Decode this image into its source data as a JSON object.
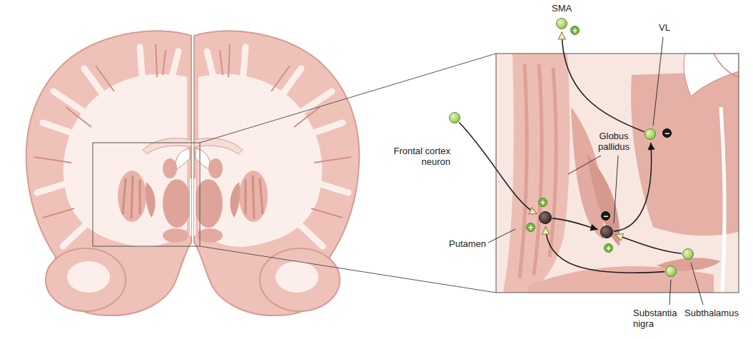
{
  "diagram": {
    "nodes": [
      {
        "text": [
          "SMA"
        ]
      },
      {
        "text": [
          "VL"
        ]
      },
      {
        "text": [
          "Frontal cortex neuron"
        ]
      },
      {
        "text": [
          "Globus pallidus"
        ]
      },
      {
        "text": [
          "Putamen"
        ]
      },
      {
        "text": [
          "Substantia nigra"
        ]
      },
      {
        "text": [
          "Subthalamus"
        ]
      }
    ],
    "edges": [
      {
        "from": 2,
        "to": 4,
        "arrow": "to"
      },
      {
        "from": 5,
        "to": 4,
        "arrow": "to"
      },
      {
        "from": 4,
        "to": 3,
        "arrow": "to"
      },
      {
        "from": 6,
        "to": 3,
        "arrow": "to"
      },
      {
        "from": 3,
        "to": 1,
        "arrow": "to"
      },
      {
        "from": 1,
        "to": 0,
        "arrow": "to"
      }
    ],
    "labels": [
      "+",
      "−",
      "+",
      "+",
      "−",
      "+"
    ]
  }
}
